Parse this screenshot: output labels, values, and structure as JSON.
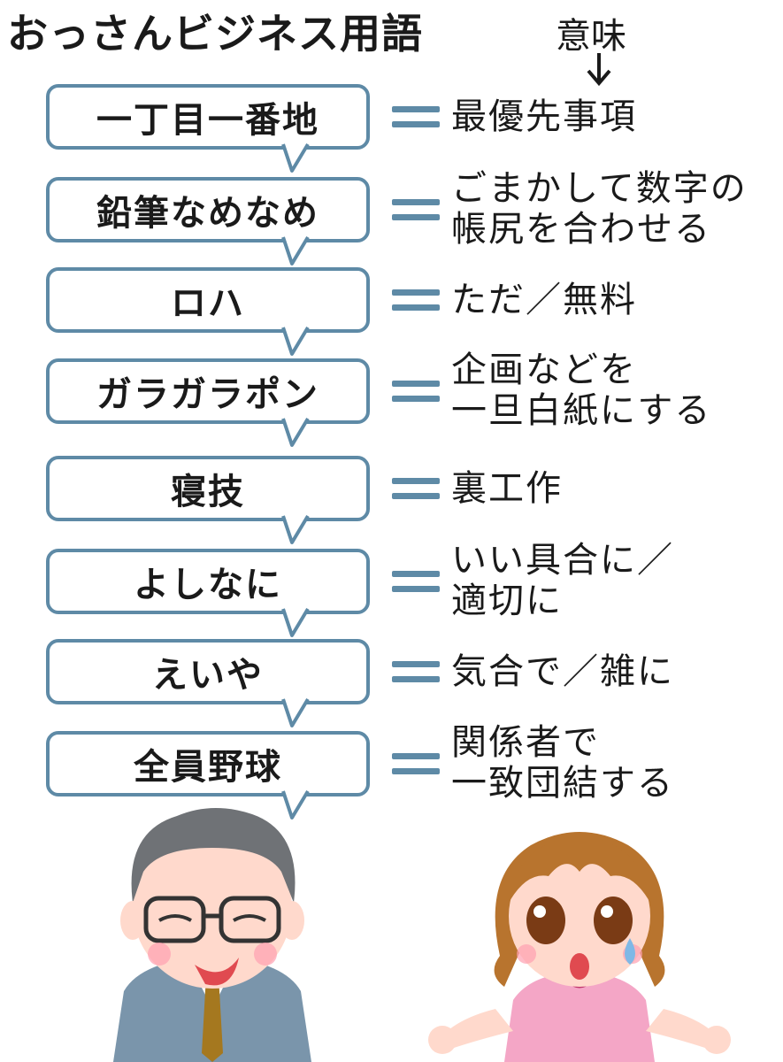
{
  "title": "おっさんビジネス用語",
  "meaning_label": "意味",
  "colors": {
    "bubble_border": "#5e8aa6",
    "equals": "#5e8aa6",
    "man_suit": "#7a95ab",
    "man_hair": "#6f7276",
    "woman_hair": "#b8742e",
    "woman_blouse": "#f4a6c6",
    "skin": "#ffd9cc"
  },
  "terms": [
    {
      "term": "一丁目一番地",
      "meaning": [
        "最優先事項"
      ]
    },
    {
      "term": "鉛筆なめなめ",
      "meaning": [
        "ごまかして数字の",
        "帳尻を合わせる"
      ]
    },
    {
      "term": "ロハ",
      "meaning": [
        "ただ／無料"
      ]
    },
    {
      "term": "ガラガラポン",
      "meaning": [
        "企画などを",
        "一旦白紙にする"
      ]
    },
    {
      "term": "寝技",
      "meaning": [
        "裏工作"
      ]
    },
    {
      "term": "よしなに",
      "meaning": [
        "いい具合に／",
        "適切に"
      ]
    },
    {
      "term": "えいや",
      "meaning": [
        "気合で／雑に"
      ]
    },
    {
      "term": "全員野球",
      "meaning": [
        "関係者で",
        "一致団結する"
      ]
    }
  ],
  "illustrations": {
    "left": "middle-aged-man-laughing",
    "right": "young-woman-confused-sweat-drop"
  }
}
